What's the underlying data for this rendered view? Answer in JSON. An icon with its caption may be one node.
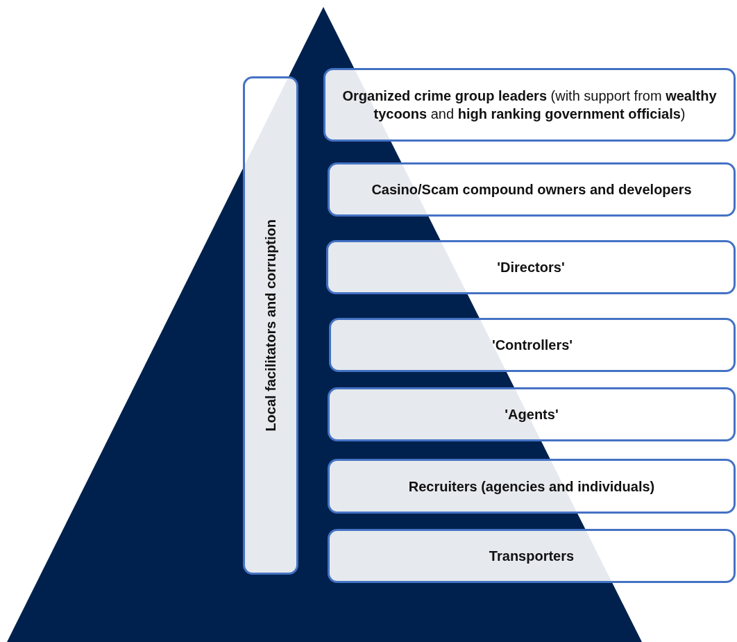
{
  "diagram": {
    "nodes": [
      {
        "text": [
          "**Organized crime group leaders** (with support from **wealthy tycoons** and **high ranking government officials**)"
        ]
      },
      {
        "text": [
          "Casino/Scam compound owners and developers"
        ]
      },
      {
        "text": [
          "'Directors'"
        ]
      },
      {
        "text": [
          "'Controllers'"
        ]
      },
      {
        "text": [
          "'Agents'"
        ]
      },
      {
        "text": [
          "Recruiters (agencies and individuals)"
        ]
      },
      {
        "text": [
          "Transporters"
        ]
      },
      {
        "text": [
          "Local facilitators and corruption"
        ]
      }
    ]
  }
}
